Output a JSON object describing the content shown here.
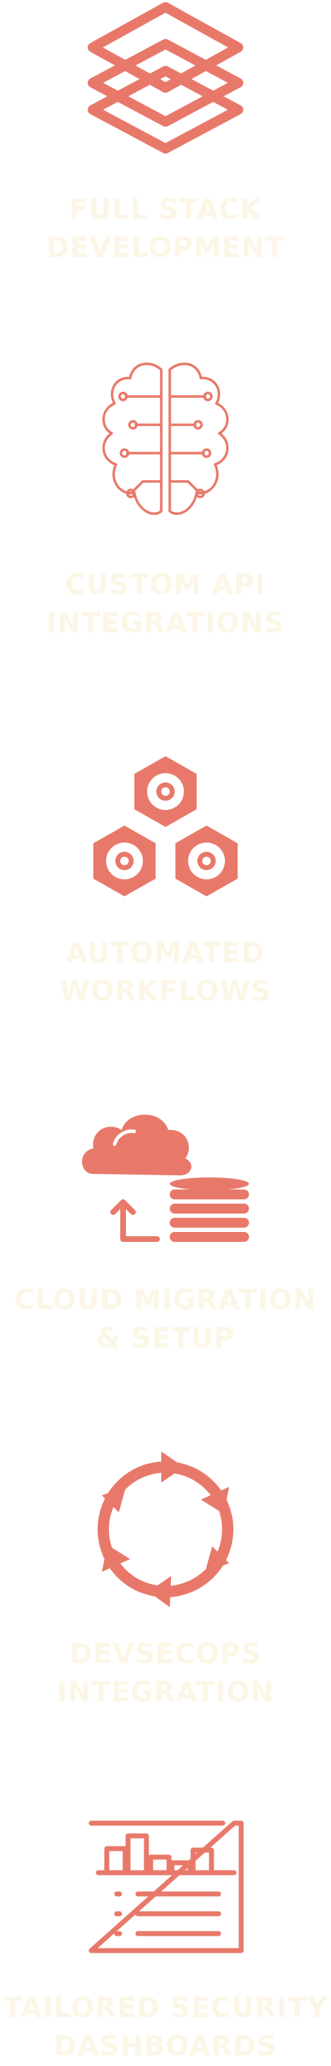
{
  "colors": {
    "icon": "#e8796a",
    "title": "#fbf6e6",
    "background": "#ffffff"
  },
  "services": [
    {
      "icon": "stacked-layers-icon",
      "title": "FULL STACK\nDEVELOPMENT"
    },
    {
      "icon": "brain-circuit-icon",
      "title": "CUSTOM API\nINTEGRATIONS"
    },
    {
      "icon": "hexagon-nodes-icon",
      "title": "AUTOMATED\nWORKFLOWS"
    },
    {
      "icon": "cloud-database-icon",
      "title": "CLOUD MIGRATION\n& SETUP"
    },
    {
      "icon": "cycle-arrows-icon",
      "title": "DEVSECOPS\nINTEGRATION"
    },
    {
      "icon": "dashboard-report-icon",
      "title": "TAILORED SECURITY\nDASHBOARDS"
    }
  ]
}
